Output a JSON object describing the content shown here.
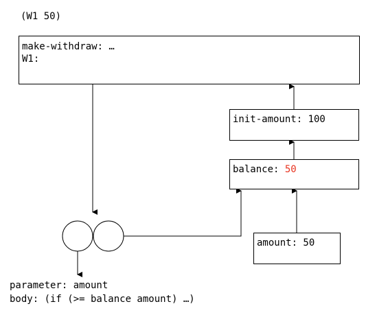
{
  "expression": "(W1 50)",
  "global_frame": {
    "binding1": "make-withdraw: …",
    "binding2_name": "W1:"
  },
  "init_frame": {
    "binding": "init-amount: 100"
  },
  "balance_frame": {
    "name": "balance:",
    "value": "50",
    "value_color": "#e8321e"
  },
  "amount_frame": {
    "binding": "amount: 50"
  },
  "procedure": {
    "parameter": "parameter: amount",
    "body": "body: (if (>= balance amount) …)"
  }
}
